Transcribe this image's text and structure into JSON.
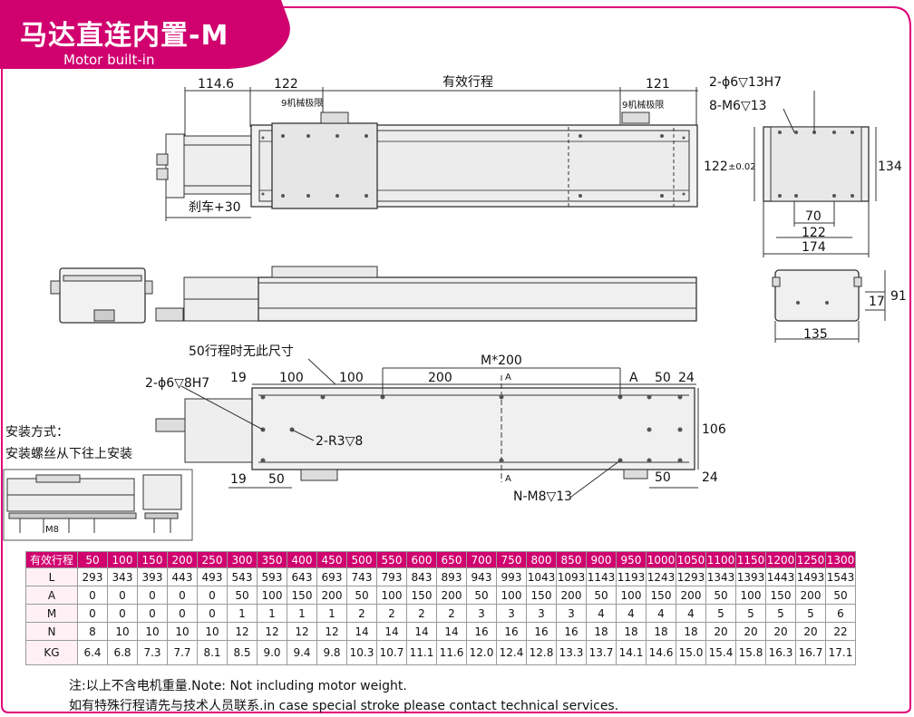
{
  "header": {
    "title": "马达直连内置-M",
    "subtitle": "Motor built-in"
  },
  "dimensions_top": {
    "d114": "114.6",
    "d122": "122",
    "stroke": "有效行程",
    "d121": "121",
    "limit_left": "9机械极限",
    "limit_right": "9机械极限",
    "brake": "刹车+30"
  },
  "dimensions_end": {
    "holes1": "2-ϕ6▽13H7",
    "holes2": "8-M6▽13",
    "h122": "122",
    "tol": "±0.02",
    "h134": "134",
    "w70": "70",
    "w122": "122",
    "w174": "174"
  },
  "dimensions_side": {
    "h17": "17",
    "h91": "91",
    "w135": "135"
  },
  "dimensions_bottom": {
    "note50": "50行程时无此尺寸",
    "holes": "2-ϕ6▽8H7",
    "d19a": "19",
    "d100a": "100",
    "d100b": "100",
    "m200": "M*200",
    "d200": "200",
    "a": "A",
    "d50a": "50",
    "d24a": "24",
    "d106": "106",
    "r3": "2-R3▽8",
    "d19b": "19",
    "d50b": "50",
    "d50c": "50",
    "d24b": "24",
    "nm8": "N-M8▽13",
    "sectionA": "A"
  },
  "install": {
    "line1": "安装方式：",
    "line2": "安装螺丝从下往上安装",
    "m8": "M8"
  },
  "table": {
    "row_headers": [
      "有效行程",
      "L",
      "A",
      "M",
      "N",
      "KG"
    ],
    "stroke": [
      "50",
      "100",
      "150",
      "200",
      "250",
      "300",
      "350",
      "400",
      "450",
      "500",
      "550",
      "600",
      "650",
      "700",
      "750",
      "800",
      "850",
      "900",
      "950",
      "1000",
      "1050",
      "1100",
      "1150",
      "1200",
      "1250",
      "1300"
    ],
    "L": [
      "293",
      "343",
      "393",
      "443",
      "493",
      "543",
      "593",
      "643",
      "693",
      "743",
      "793",
      "843",
      "893",
      "943",
      "993",
      "1043",
      "1093",
      "1143",
      "1193",
      "1243",
      "1293",
      "1343",
      "1393",
      "1443",
      "1493",
      "1543"
    ],
    "A": [
      "0",
      "0",
      "0",
      "0",
      "0",
      "50",
      "100",
      "150",
      "200",
      "50",
      "100",
      "150",
      "200",
      "50",
      "100",
      "150",
      "200",
      "50",
      "100",
      "150",
      "200",
      "50",
      "100",
      "150",
      "200",
      "50"
    ],
    "M": [
      "0",
      "0",
      "0",
      "0",
      "0",
      "1",
      "1",
      "1",
      "1",
      "2",
      "2",
      "2",
      "2",
      "3",
      "3",
      "3",
      "3",
      "4",
      "4",
      "4",
      "4",
      "5",
      "5",
      "5",
      "5",
      "6"
    ],
    "N": [
      "8",
      "10",
      "10",
      "10",
      "10",
      "12",
      "12",
      "12",
      "12",
      "14",
      "14",
      "14",
      "14",
      "16",
      "16",
      "16",
      "16",
      "18",
      "18",
      "18",
      "18",
      "20",
      "20",
      "20",
      "20",
      "22"
    ],
    "KG": [
      "6.4",
      "6.8",
      "7.3",
      "7.7",
      "8.1",
      "8.5",
      "9.0",
      "9.4",
      "9.8",
      "10.3",
      "10.7",
      "11.1",
      "11.6",
      "12.0",
      "12.4",
      "12.8",
      "13.3",
      "13.7",
      "14.1",
      "14.6",
      "15.0",
      "15.4",
      "15.8",
      "16.3",
      "16.7",
      "17.1"
    ]
  },
  "notes": {
    "line1": "注:以上不含电机重量.Note: Not including motor weight.",
    "line2": "如有特殊行程请先与技术人员联系.in case special stroke please contact technical services."
  },
  "colors": {
    "accent": "#d0006f",
    "border": "#e0007a"
  }
}
